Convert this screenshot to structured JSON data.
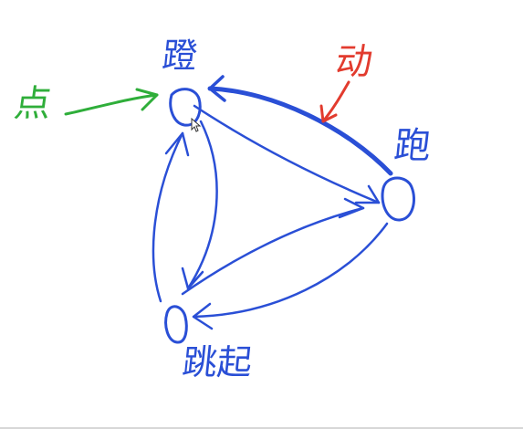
{
  "nodes": {
    "top": {
      "label": "蹬"
    },
    "right": {
      "label": "跑"
    },
    "bottom": {
      "label": "跳起"
    }
  },
  "annotations": {
    "green_label": "点",
    "red_label": "动"
  },
  "colors": {
    "ink_blue": "#2a4fd6",
    "ink_green": "#2fae3a",
    "ink_red": "#e23b2e"
  }
}
